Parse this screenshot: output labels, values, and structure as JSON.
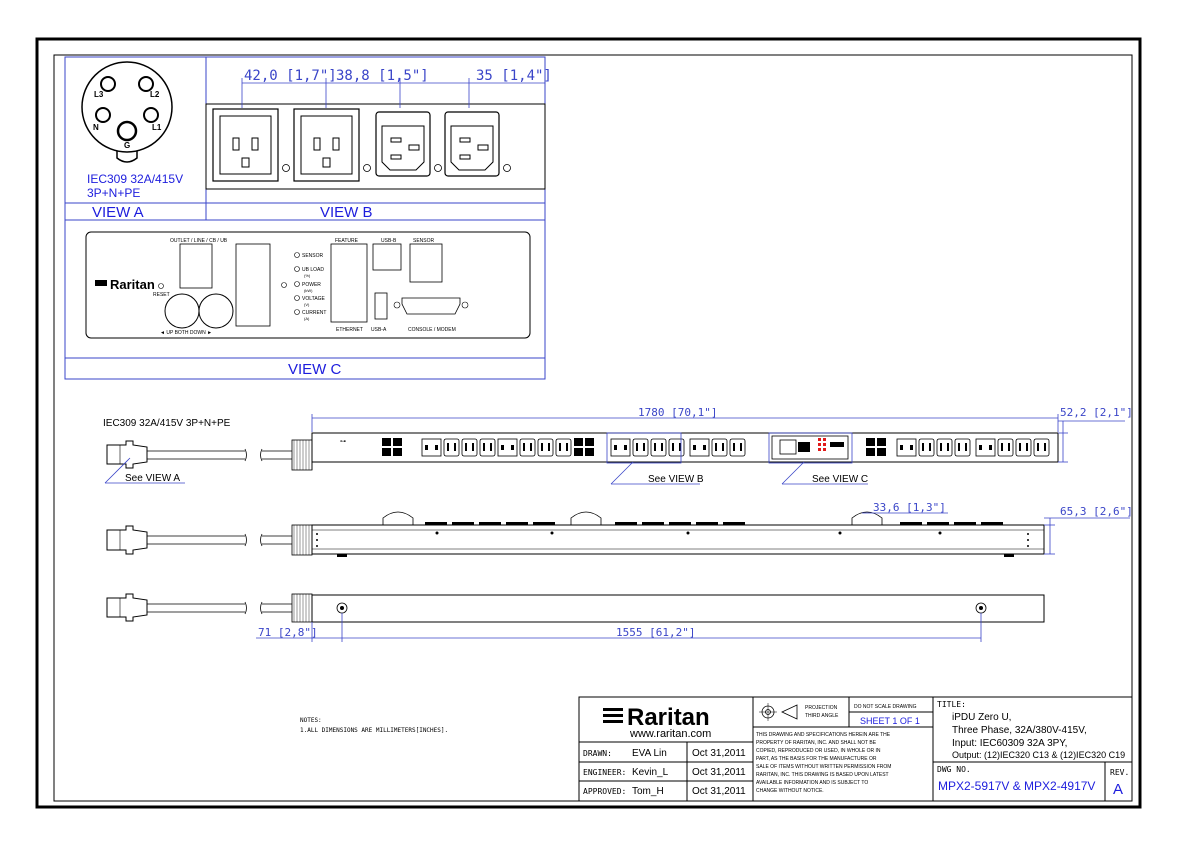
{
  "view_a": {
    "pins": [
      "L3",
      "L2",
      "N",
      "L1",
      "G"
    ],
    "spec_line1": "IEC309 32A/415V",
    "spec_line2": "3P+N+PE",
    "label": "VIEW A"
  },
  "view_b": {
    "dims": [
      "42,0  [1,7\"]",
      "38,8  [1,5\"]",
      "35  [1,4\"]"
    ],
    "label": "VIEW B"
  },
  "view_c": {
    "labels": {
      "outlet_line": "OUTLET / LINE / CB / UB",
      "feature": "FEATURE",
      "usb_b": "USB-B",
      "sensor_top": "SENSOR",
      "brand": "Raritan",
      "reset": "RESET",
      "up_both_down": "◄     UP  BOTH  DOWN    ►",
      "ethernet": "ETHERNET",
      "usb_a": "USB-A",
      "console": "CONSOLE / MODEM"
    },
    "leds": [
      "SENSOR",
      "UB LOAD",
      "(%)",
      "POWER",
      "(kW)",
      "VOLTAGE",
      "(V)",
      "CURRENT",
      "(A)"
    ],
    "label": "VIEW C"
  },
  "front_view": {
    "inlet_label": "IEC309 32A/415V 3P+N+PE",
    "see_a": "See VIEW A",
    "see_b": "See VIEW B",
    "see_c": "See VIEW C",
    "dim_length": "1780  [70,1\"]",
    "dim_width": "52,2  [2,1\"]"
  },
  "side_view": {
    "dim_a": "33,6  [1,3\"]",
    "dim_b": "65,3  [2,6\"]"
  },
  "bottom_view": {
    "dim_a": "71  [2,8\"]",
    "dim_b": "1555  [61,2\"]"
  },
  "notes": {
    "title": "NOTES:",
    "line1": "1.ALL DIMENSIONS ARE MILLIMETERS[INCHES]."
  },
  "title_block": {
    "brand": "Raritan",
    "url": "www.raritan.com",
    "rows": [
      {
        "role": "DRAWN:",
        "name": "EVA Lin",
        "date": "Oct 31,2011"
      },
      {
        "role": "ENGINEER:",
        "name": "Kevin_L",
        "date": "Oct 31,2011"
      },
      {
        "role": "APPROVED:",
        "name": "Tom_H",
        "date": "Oct 31,2011"
      }
    ],
    "projection": "PROJECTION",
    "third_angle": "THIRD ANGLE",
    "dnsd": "DO NOT SCALE DRAWING",
    "sheet": "SHEET 1 OF 1",
    "disclaimer": [
      "THIS DRAWING AND SPECIFICATIONS HEREIN ARE THE",
      "PROPERTY OF RARITAN, INC. AND SHALL NOT BE",
      "COPIED, REPRODUCED OR USED, IN WHOLE OR IN",
      "PART, AS THE BASIS FOR THE MANUFACTURE OR",
      "SALE OF ITEMS WITHOUT WRITTEN PERMISSION FROM",
      "RARITAN, INC. THIS DRAWING IS BASED UPON LATEST",
      "AVAILABLE INFORMATION AND IS SUBJECT TO",
      "CHANGE WITHOUT NOTICE."
    ],
    "title_label": "TITLE:",
    "title_lines": [
      "iPDU Zero U,",
      "Three Phase, 32A/380V-415V,",
      "Input: IEC60309 32A 3PY,",
      "Output: (12)IEC320 C13 & (12)IEC320 C19"
    ],
    "dwg_label": "DWG NO.",
    "dwg_no": "MPX2-5917V & MPX2-4917V",
    "rev_label": "REV.",
    "rev": "A"
  },
  "colors": {
    "dimension": "#3a45c8",
    "view_label": "#1d1ddd",
    "line": "#000000"
  }
}
